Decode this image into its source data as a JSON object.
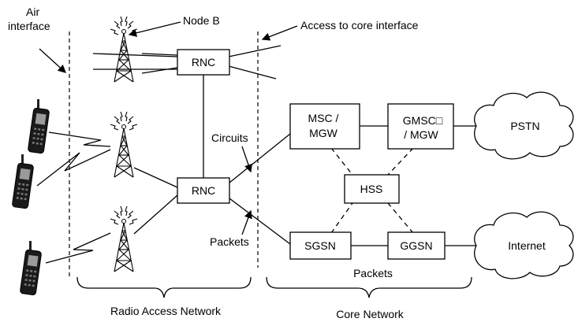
{
  "labels": {
    "air_interface_line1": "Air",
    "air_interface_line2": "interface",
    "node_b": "Node B",
    "access_core": "Access to core interface",
    "rnc_top": "RNC",
    "rnc_bottom": "RNC",
    "circuits": "Circuits",
    "packets_left": "Packets",
    "packets_bottom": "Packets",
    "msc_line1": "MSC /",
    "msc_line2": "MGW",
    "gmsc_line1": "GMSC□",
    "gmsc_line2": "/ MGW",
    "hss": "HSS",
    "sgsn": "SGSN",
    "ggsn": "GGSN",
    "pstn": "PSTN",
    "internet": "Internet",
    "radio_access_network": "Radio Access Network",
    "core_network": "Core Network"
  },
  "icons": {
    "tower": "cell-tower-icon",
    "phone": "mobile-phone-icon",
    "cloud": "cloud-icon"
  }
}
